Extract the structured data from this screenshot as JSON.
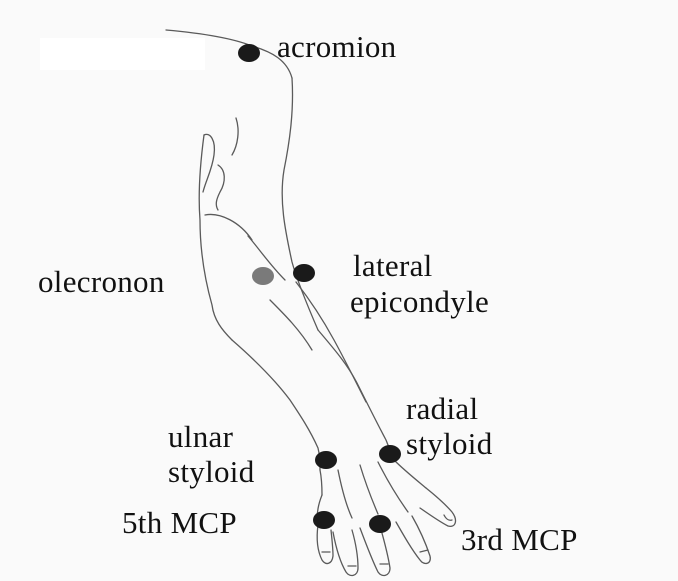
{
  "colors": {
    "marker": "#1a1a1a",
    "olecranon_marker": "#7a7a7a",
    "outline": "#5a5a5a",
    "background": "#fafafa"
  },
  "labels": {
    "acromion": "acromion",
    "olecranon": "olecronon",
    "lateral_line1": "lateral",
    "lateral_line2": "epicondyle",
    "radial_line1": "radial",
    "radial_line2": "styloid",
    "ulnar_line1": "ulnar",
    "ulnar_line2": "styloid",
    "mcp5": "5th MCP",
    "mcp3": "3rd MCP"
  }
}
